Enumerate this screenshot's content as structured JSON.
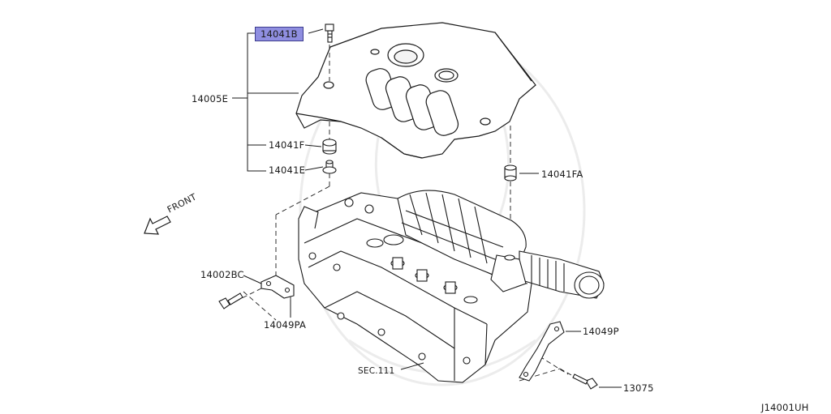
{
  "diagram": {
    "highlight_color": "#8f8ee0",
    "labels": {
      "p14041B": "14041B",
      "p14005E": "14005E",
      "p14041F": "14041F",
      "p14041E": "14041E",
      "p14041FA": "14041FA",
      "p14002BC": "14002BC",
      "p14049PA": "14049PA",
      "p14049P": "14049P",
      "sec111": "SEC.111",
      "p13075": "13075",
      "front": "FRONT",
      "code": "J14001UH"
    }
  }
}
